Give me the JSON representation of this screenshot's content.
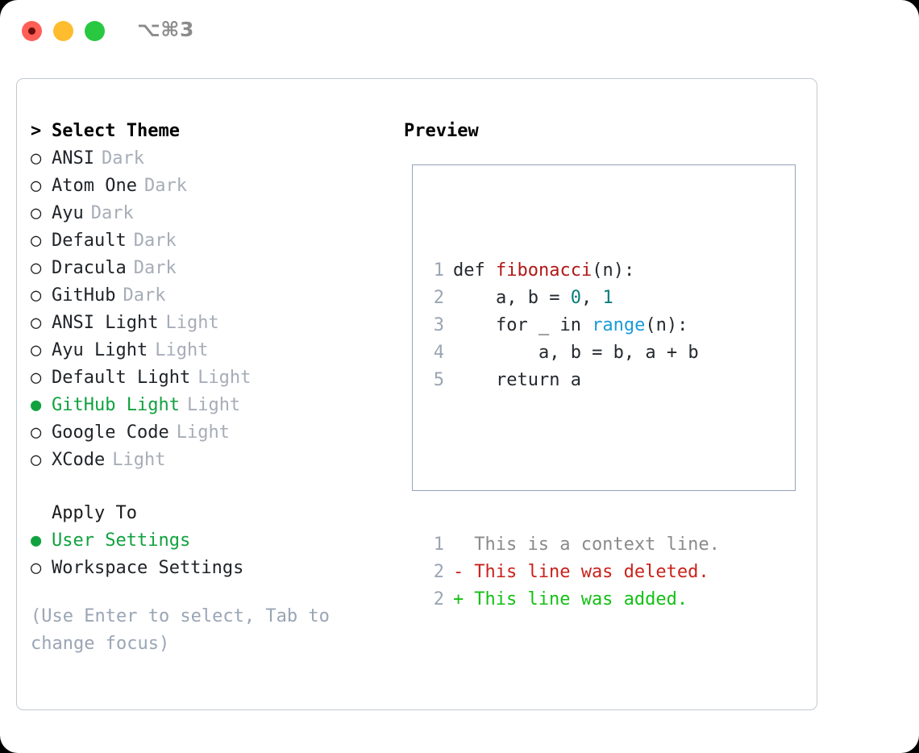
{
  "titlebar": {
    "shortcut": "⌥⌘3",
    "lights": [
      {
        "name": "close",
        "color": "#ff5f57"
      },
      {
        "name": "minimize",
        "color": "#febc2e"
      },
      {
        "name": "zoom",
        "color": "#28c840"
      }
    ]
  },
  "theme_section": {
    "marker": ">",
    "title": "Select Theme",
    "unselected_marker": "○",
    "selected_marker": "●",
    "selected_color": "#11a23f",
    "items": [
      {
        "label": "ANSI",
        "variant": "Dark",
        "selected": false
      },
      {
        "label": "Atom One",
        "variant": "Dark",
        "selected": false
      },
      {
        "label": "Ayu",
        "variant": "Dark",
        "selected": false
      },
      {
        "label": "Default",
        "variant": "Dark",
        "selected": false
      },
      {
        "label": "Dracula",
        "variant": "Dark",
        "selected": false
      },
      {
        "label": "GitHub",
        "variant": "Dark",
        "selected": false
      },
      {
        "label": "ANSI Light",
        "variant": "Light",
        "selected": false
      },
      {
        "label": "Ayu Light",
        "variant": "Light",
        "selected": false
      },
      {
        "label": "Default Light",
        "variant": "Light",
        "selected": false
      },
      {
        "label": "GitHub Light",
        "variant": "Light",
        "selected": true
      },
      {
        "label": "Google Code",
        "variant": "Light",
        "selected": false
      },
      {
        "label": "XCode",
        "variant": "Light",
        "selected": false
      }
    ]
  },
  "apply_section": {
    "title": "Apply To",
    "items": [
      {
        "label": "User Settings",
        "selected": true
      },
      {
        "label": "Workspace Settings",
        "selected": false
      }
    ]
  },
  "hint": "(Use Enter to select, Tab to change focus)",
  "preview": {
    "title": "Preview",
    "code_lines": [
      {
        "no": "1",
        "tokens": [
          {
            "t": "def ",
            "c": "kw"
          },
          {
            "t": "fibonacci",
            "c": "fn"
          },
          {
            "t": "(n):",
            "c": "plain"
          }
        ]
      },
      {
        "no": "2",
        "tokens": [
          {
            "t": "    a, b = ",
            "c": "plain"
          },
          {
            "t": "0",
            "c": "num"
          },
          {
            "t": ", ",
            "c": "plain"
          },
          {
            "t": "1",
            "c": "num"
          }
        ]
      },
      {
        "no": "3",
        "tokens": [
          {
            "t": "    for _ in ",
            "c": "kw"
          },
          {
            "t": "range",
            "c": "call"
          },
          {
            "t": "(n):",
            "c": "plain"
          }
        ]
      },
      {
        "no": "4",
        "tokens": [
          {
            "t": "        a, b = b, a + b",
            "c": "plain"
          }
        ]
      },
      {
        "no": "5",
        "tokens": [
          {
            "t": "    return a",
            "c": "plain"
          }
        ]
      }
    ],
    "diff_lines": [
      {
        "no": "1",
        "mark": " ",
        "text": "This is a context line.",
        "kind": "context"
      },
      {
        "no": "2",
        "mark": "-",
        "text": "This line was deleted.",
        "kind": "del"
      },
      {
        "no": "2",
        "mark": "+",
        "text": "This line was added.",
        "kind": "add"
      }
    ],
    "colors": {
      "function": "#b01818",
      "number": "#0b7c7c",
      "call": "#1a9bd7",
      "context": "#8a8a8a",
      "deleted": "#c9221b",
      "added": "#14c014",
      "line_number": "#9aa5b5",
      "border": "#94a3b8"
    }
  }
}
